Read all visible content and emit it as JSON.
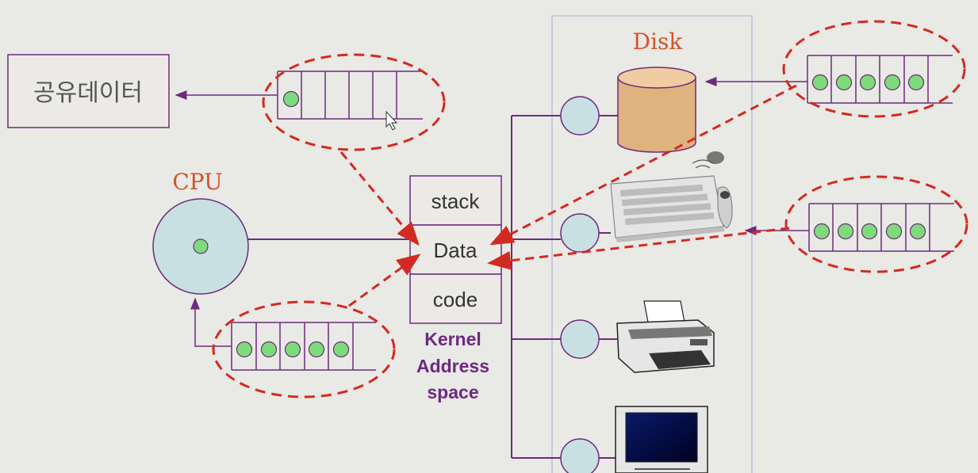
{
  "shared_data_label": "공유데이터",
  "cpu_label": "CPU",
  "disk_label": "Disk",
  "kernel_segments": [
    "stack",
    "Data",
    "code"
  ],
  "kernel_caption": [
    "Kernel",
    "Address",
    "space"
  ],
  "colors": {
    "queue_line": "#6e2a7d",
    "dash_red": "#d22a22",
    "device_circle": "#c9e0e2",
    "token_green": "#7ddc7a",
    "label_orange": "#d3542a",
    "kernel_text": "#6d2a80",
    "disk_body": "#e0b27e"
  }
}
